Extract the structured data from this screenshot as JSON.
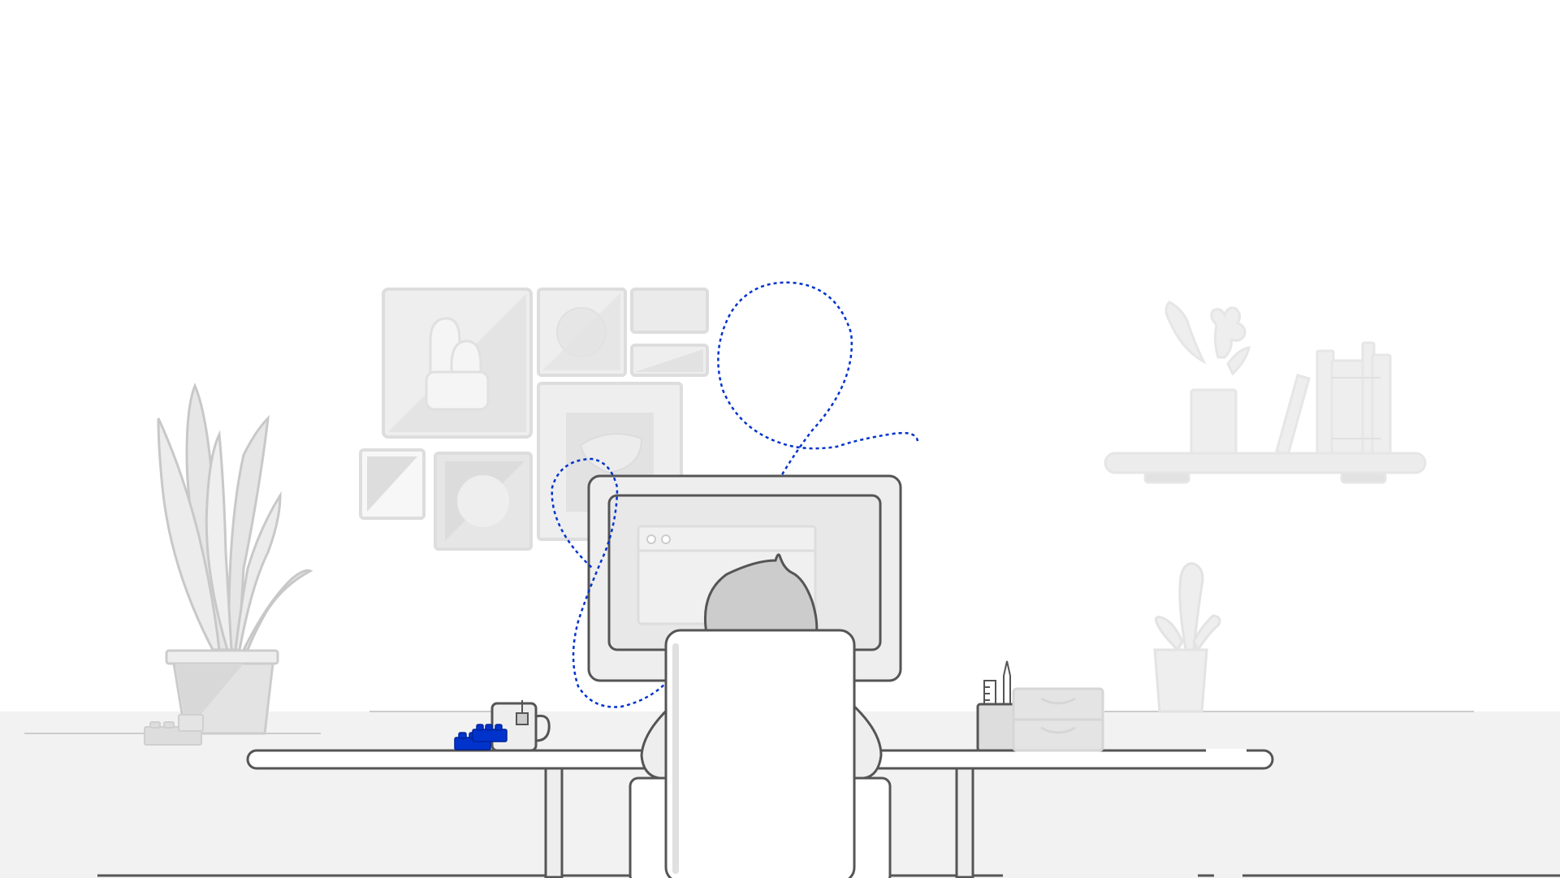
{
  "illustration": {
    "subject": "person-working-at-desk",
    "colors": {
      "background": "#ffffff",
      "floor": "#f2f2f2",
      "outline": "#444444",
      "light_fill": "#eeeeee",
      "mid_fill": "#e0e0e0",
      "hair": "#cccccc",
      "accent_blue": "#0033cc"
    },
    "icons": [
      "wall-frames",
      "potted-plant",
      "shelf-with-books",
      "small-plant",
      "desk",
      "computer-monitor",
      "person-head",
      "office-chair",
      "mug",
      "toy-bricks",
      "pen-holder",
      "drawer-box",
      "dotted-path"
    ]
  }
}
